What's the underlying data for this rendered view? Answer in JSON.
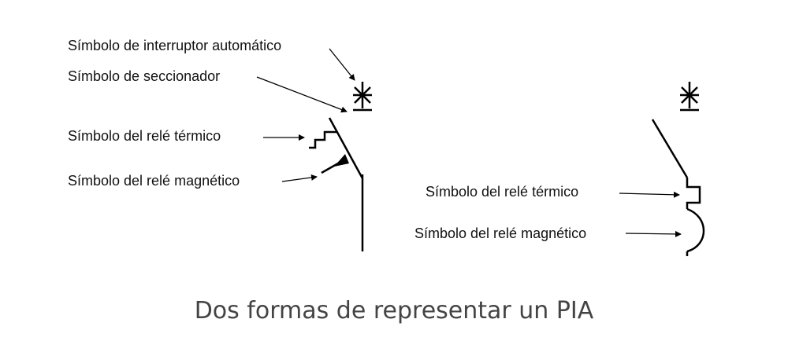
{
  "left_diagram": {
    "label_breaker": "Símbolo de interruptor automático",
    "label_disconnector": "Símbolo de seccionador",
    "label_thermal": "Símbolo del relé térmico",
    "label_magnetic": "Símbolo del relé magnético"
  },
  "right_diagram": {
    "label_thermal": "Símbolo del relé térmico",
    "label_magnetic": "Símbolo del relé magnético"
  },
  "caption": "Dos formas de representar un PIA",
  "colors": {
    "line": "#000000",
    "text": "#111111",
    "caption": "#444444"
  }
}
